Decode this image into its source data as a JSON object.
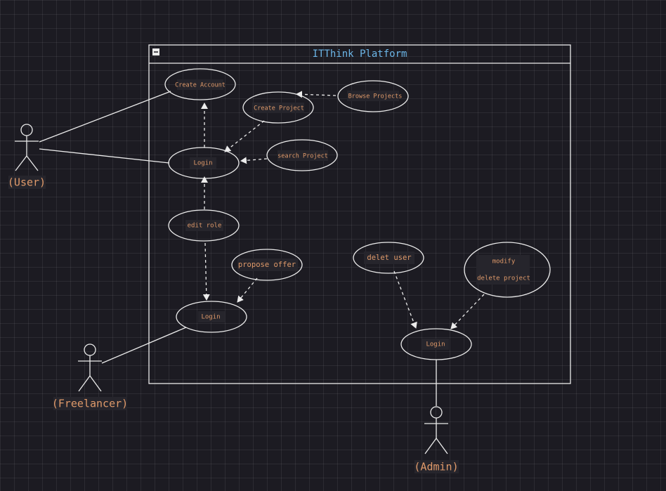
{
  "system": {
    "title": "ITThink Platform"
  },
  "actors": {
    "user": "(User)",
    "freelancer": "(Freelancer)",
    "admin": "(Admin)"
  },
  "use_cases": {
    "create_account": "Create Account",
    "browse_projects": "Browse Projects",
    "create_project": "Create Project",
    "login_user": "Login",
    "search_project": "search Project",
    "edit_role": "edit role",
    "propose_offer": "propose offer",
    "login_freelancer": "Login",
    "delet_user": "delet user",
    "modify": "modify",
    "delete_project": "delete project",
    "login_admin": "Login"
  },
  "colors": {
    "background": "#1c1b22",
    "stroke": "#ececec",
    "text": "#e09a6a",
    "title": "#6cb6e8"
  }
}
